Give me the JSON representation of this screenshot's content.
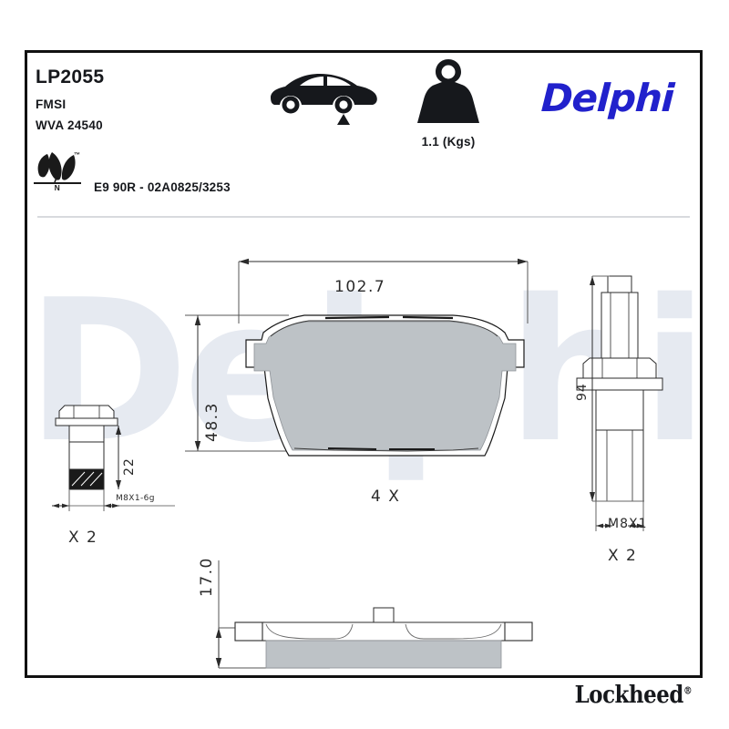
{
  "document": {
    "kind": "automotive-part-technical-datasheet",
    "part_number": "LP2055"
  },
  "header": {
    "part_number": "LP2055",
    "fmsi_label": "FMSI",
    "wva_label": "WVA 24540",
    "eco": {
      "icon": "leaf-eco-icon",
      "trademark": "™",
      "mark_letter": "N",
      "approval_code": "E9 90R - 02A0825/3253"
    },
    "vehicle": {
      "icon": "car-rear-axle-icon",
      "axle_position": "rear"
    },
    "weight": {
      "icon": "weight-kettlebell-icon",
      "value": "1.1 (Kgs)"
    },
    "brand": "Delphi",
    "brand_color": "#2121CC"
  },
  "watermark": {
    "text": "Delphi",
    "color": "#E6EAF1"
  },
  "drawing": {
    "pad_plan": {
      "name": "brake-pad-plan-view",
      "width_dimension": "102.7",
      "height_dimension": "48.3",
      "quantity": "4 X",
      "friction_color": "#BDC2C6",
      "outline_color": "#1A1A1A"
    },
    "pad_side": {
      "name": "brake-pad-side-view",
      "thickness_dimension": "17.0",
      "friction_color": "#BDC2C6"
    },
    "bolt_left": {
      "name": "shim-bolt-detail",
      "length_dimension": "22",
      "thread_spec": "M8X1-6g",
      "quantity": "X 2"
    },
    "pin_right": {
      "name": "guide-pin-detail",
      "length_dimension": "94",
      "thread_spec": "M8X1",
      "quantity": "X 2"
    }
  },
  "footer": {
    "secondary_brand": "Lockheed",
    "registered_mark": "®"
  }
}
